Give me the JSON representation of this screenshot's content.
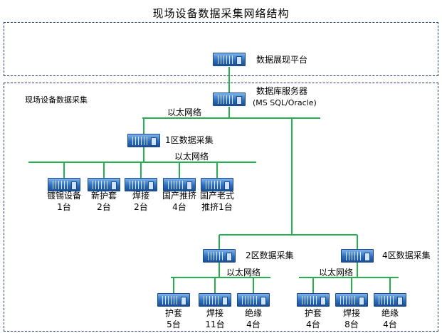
{
  "title": "现场设备数据采集网络结构",
  "labels": {
    "platform": "数据展现平台",
    "site_area": "现场设备数据采集",
    "db_server": "数据库服务器",
    "db_server_sub": "(MS SQL/Oracle)",
    "ethernet": "以太网络",
    "zone1": "1区数据采集",
    "zone2": "2区数据采集",
    "zone4": "4区数据采集"
  },
  "zone1_devices": [
    {
      "name": "镀锡设备",
      "count": "1台"
    },
    {
      "name": "新护套",
      "count": "2台"
    },
    {
      "name": "焊接",
      "count": "2台"
    },
    {
      "name": "国产推挤",
      "count": "4台"
    },
    {
      "name": "国产老式",
      "count": "推挤1台"
    }
  ],
  "zone2_devices": [
    {
      "name": "护套",
      "count": "5台"
    },
    {
      "name": "焊接",
      "count": "11台"
    },
    {
      "name": "绝缘",
      "count": "4台"
    }
  ],
  "zone4_devices": [
    {
      "name": "护套",
      "count": "4台"
    },
    {
      "name": "焊接",
      "count": "8台"
    },
    {
      "name": "绝缘",
      "count": "4台"
    }
  ],
  "colors": {
    "line": "#22b14c",
    "border": "#1f3b6e",
    "server": "#2d6fbf"
  }
}
